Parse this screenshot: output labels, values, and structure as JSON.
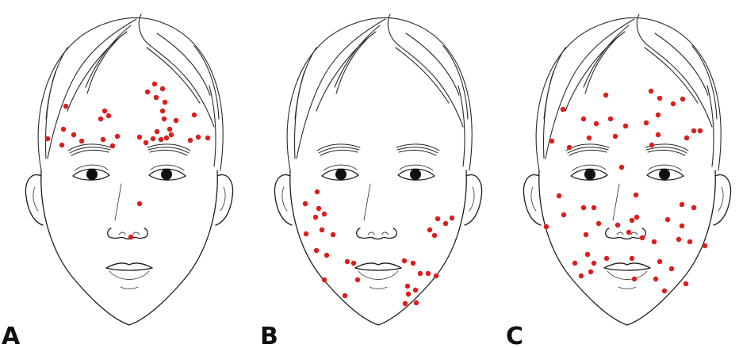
{
  "panels": [
    {
      "label": "A"
    },
    {
      "label": "B"
    },
    {
      "label": "C"
    }
  ],
  "colors": {
    "marker": "#dd1c1c",
    "outline": "#1c1c1c",
    "background": "#ffffff"
  }
}
